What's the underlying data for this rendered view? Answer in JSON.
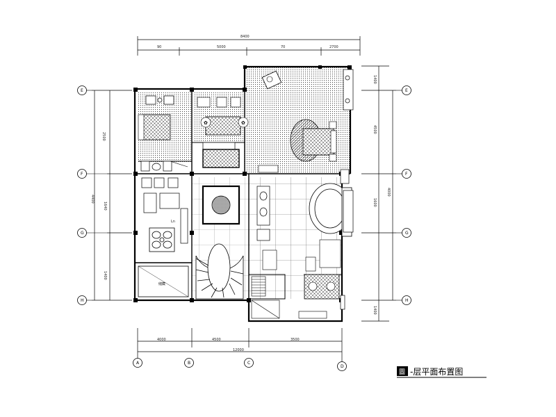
{
  "drawing": {
    "title": "-层平面布置图",
    "axes_top": [
      "A",
      "B",
      "C",
      "D"
    ],
    "axes_left": [
      "E",
      "F",
      "G",
      "H"
    ],
    "dimension_labels": {
      "top_total": "8400",
      "top_1": "90",
      "top_2": "5000",
      "top_3": "70",
      "top_4": "2700",
      "right_1": "1400",
      "right_2": "4500",
      "right_3": "1600",
      "right_4": "4000",
      "right_5": "1400",
      "left_1": "2500",
      "left_2": "4400",
      "left_3": "1640",
      "left_4": "1400",
      "bottom_1": "4000",
      "bottom_2": "4500",
      "bottom_3": "3500",
      "bottom_total": "12000"
    },
    "room_labels": {
      "living": "Ln",
      "storage": "储藏"
    }
  }
}
